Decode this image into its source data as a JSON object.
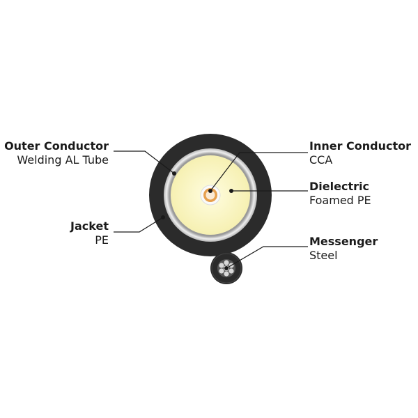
{
  "labels": {
    "outer_conductor": {
      "title": "Outer Conductor",
      "sub": "Welding AL Tube"
    },
    "jacket": {
      "title": "Jacket",
      "sub": "PE"
    },
    "inner_conductor": {
      "title": "Inner Conductor",
      "sub": "CCA"
    },
    "dielectric": {
      "title": "Dielectric",
      "sub": "Foamed PE"
    },
    "messenger": {
      "title": "Messenger",
      "sub": "Steel"
    }
  },
  "colors": {
    "jacket": "#2b2b2b",
    "outer_conductor": "#c8c8c8",
    "dielectric": "#fbf8c4",
    "inner_conductor": "#e8a050",
    "leader": "#1a1a1a"
  }
}
